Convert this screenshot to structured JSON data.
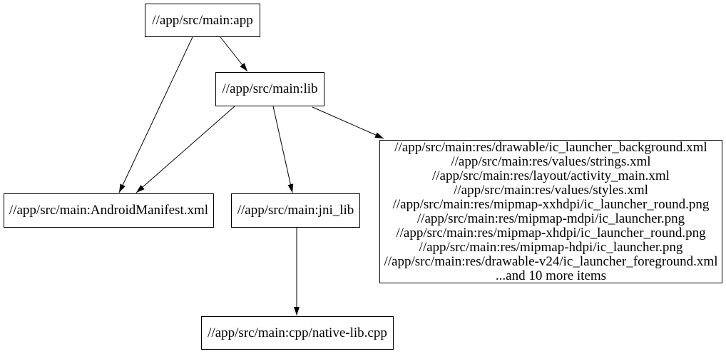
{
  "graph": {
    "background_color": "#ffffff",
    "node_border_color": "#000000",
    "edge_color": "#000000",
    "text_color": "#000000",
    "nodes": [
      {
        "id": "app",
        "label": "//app/src/main:app"
      },
      {
        "id": "lib",
        "label": "//app/src/main:lib"
      },
      {
        "id": "android_manifest",
        "label": "//app/src/main:AndroidManifest.xml"
      },
      {
        "id": "jni_lib",
        "label": "//app/src/main:jni_lib"
      },
      {
        "id": "res_files",
        "label": "//app/src/main:res/drawable/ic_launcher_background.xml\n//app/src/main:res/values/strings.xml\n//app/src/main:res/layout/activity_main.xml\n//app/src/main:res/values/styles.xml\n//app/src/main:res/mipmap-xxhdpi/ic_launcher_round.png\n//app/src/main:res/mipmap-mdpi/ic_launcher.png\n//app/src/main:res/mipmap-xhdpi/ic_launcher_round.png\n//app/src/main:res/mipmap-hdpi/ic_launcher.png\n//app/src/main:res/drawable-v24/ic_launcher_foreground.xml\n...and 10 more items"
      },
      {
        "id": "native_lib_cpp",
        "label": "//app/src/main:cpp/native-lib.cpp"
      }
    ],
    "edges": [
      {
        "from": "app",
        "to": "lib"
      },
      {
        "from": "app",
        "to": "android_manifest"
      },
      {
        "from": "lib",
        "to": "android_manifest"
      },
      {
        "from": "lib",
        "to": "jni_lib"
      },
      {
        "from": "lib",
        "to": "res_files"
      },
      {
        "from": "jni_lib",
        "to": "native_lib_cpp"
      }
    ]
  }
}
